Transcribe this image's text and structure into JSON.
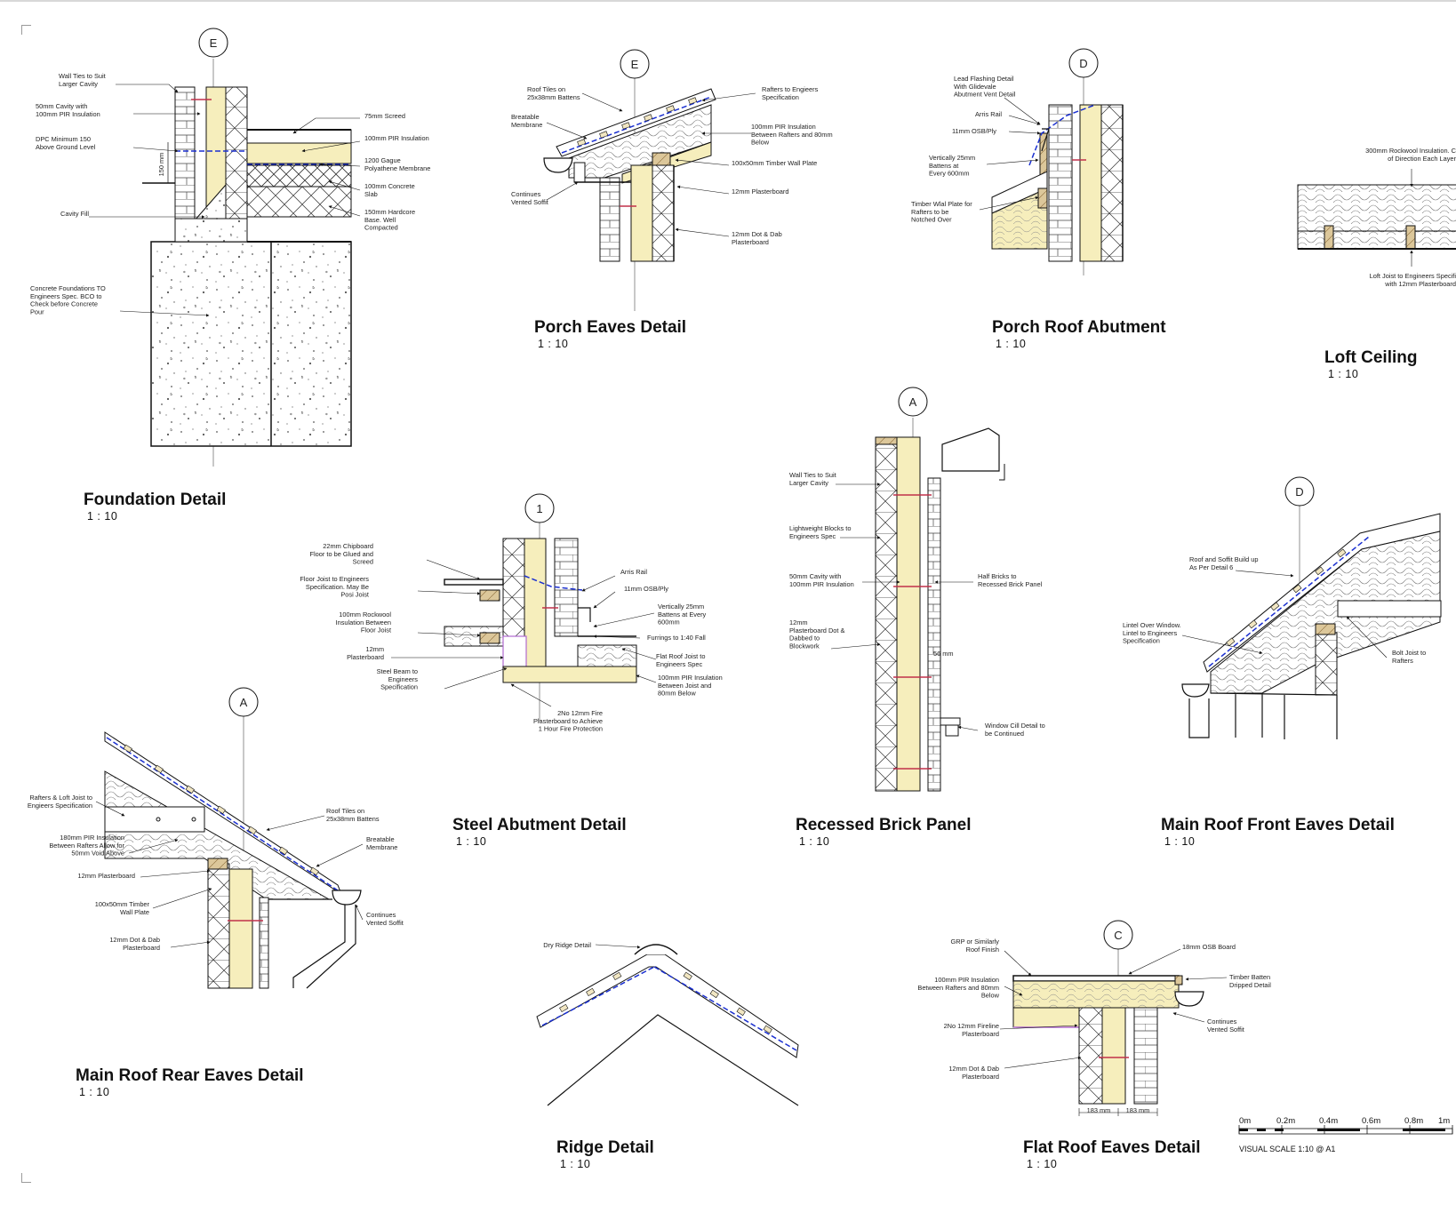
{
  "sheet": {
    "scale_bar": {
      "ticks": [
        "0m",
        "0.2m",
        "0.4m",
        "0.6m",
        "0.8m",
        "1m"
      ],
      "caption": "VISUAL SCALE 1:10  @ A1"
    }
  },
  "details": [
    {
      "id": "foundation",
      "title": "Foundation Detail",
      "scale": "1 : 10",
      "grid_tag": "E",
      "labels": [
        [
          "Wall Ties to Suit",
          "Larger Cavity"
        ],
        [
          "50mm Cavity with",
          "100mm PIR Insulation"
        ],
        [
          "DPC Minimum 150",
          "Above Ground Level"
        ],
        [
          "Cavity Fill"
        ],
        [
          "Concrete Foundations TO",
          "Engineers Spec. BCO to",
          "Check before Concrete",
          "Pour"
        ],
        [
          "75mm Screed"
        ],
        [
          "100mm PIR Insulation"
        ],
        [
          "1200 Gague",
          "Polyathene Membrane"
        ],
        [
          "100mm Concrete",
          "Slab"
        ],
        [
          "150mm Hardcore",
          "Base. Well",
          "Compacted"
        ]
      ],
      "dimension": "150 mm"
    },
    {
      "id": "porch-eaves",
      "title": "Porch Eaves Detail",
      "scale": "1 : 10",
      "grid_tag": "E",
      "labels": [
        [
          "Roof Tiles on",
          "25x38mm Battens"
        ],
        [
          "Breatable",
          "Membrane"
        ],
        [
          "Continues",
          "Vented Soffit"
        ],
        [
          "Rafters to Engieers",
          "Specification"
        ],
        [
          "100mm PIR Insulation",
          "Between Rafters and 80mm",
          "Below"
        ],
        [
          "100x50mm Timber Wall Plate"
        ],
        [
          "12mm Plasterboard"
        ],
        [
          "12mm Dot & Dab",
          "Plasterboard"
        ]
      ]
    },
    {
      "id": "porch-roof-abutment",
      "title": "Porch Roof Abutment",
      "scale": "1 : 10",
      "grid_tag": "D",
      "labels": [
        [
          "Lead Flashing Detail",
          "With Glidevale",
          "Abutment Vent Detail"
        ],
        [
          "Arris Rail"
        ],
        [
          "11mm OSB/Ply"
        ],
        [
          "Vertically 25mm",
          "Battens at",
          "Every 600mm"
        ],
        [
          "Timber Wlal Plate for",
          "Rafters to be",
          "Notched Over"
        ]
      ]
    },
    {
      "id": "loft-ceiling",
      "title": "Loft Ceiling",
      "scale": "1 : 10",
      "labels": [
        [
          "300mm Rockwool Insulation. C",
          "of Direction Each Layer"
        ],
        [
          "Loft Joist to Engineers Specifi",
          "with 12mm Plasterboard"
        ]
      ]
    },
    {
      "id": "steel-abutment",
      "title": "Steel Abutment Detail",
      "scale": "1 : 10",
      "grid_tag": "1",
      "labels": [
        [
          "22mm Chipboard",
          "Floor to be Glued and",
          "Screed"
        ],
        [
          "Floor Joist to Engineers",
          "Specification. May Be",
          "Posi Joist"
        ],
        [
          "100mm Rockwool",
          "Insulation Between",
          "Floor Joist"
        ],
        [
          "12mm",
          "Plasterboard"
        ],
        [
          "Steel Beam to",
          "Engineers",
          "Specification"
        ],
        [
          "2No 12mm Fire",
          "Plasterboard to Achieve",
          "1 Hour Fire Protection"
        ],
        [
          "Arris Rail"
        ],
        [
          "11mm OSB/Ply"
        ],
        [
          "Vertically 25mm",
          "Battens at Every",
          "600mm"
        ],
        [
          "Furrings to 1:40 Fall"
        ],
        [
          "Flat Roof Joist to",
          "Engineers Spec"
        ],
        [
          "100mm PIR  Insulation",
          "Between Joist and",
          "80mm Below"
        ]
      ]
    },
    {
      "id": "recessed-brick-panel",
      "title": "Recessed Brick Panel",
      "scale": "1 : 10",
      "grid_tag": "A",
      "labels": [
        [
          "Wall Ties to Suit",
          "Larger Cavity"
        ],
        [
          "Lightweight Blocks to",
          "Engineers Spec"
        ],
        [
          "50mm Cavity with",
          "100mm PIR Insulation"
        ],
        [
          "12mm",
          "Plasterboard Dot &",
          "Dabbed to",
          "Blockwork"
        ],
        [
          "Half Bricks to",
          "Recessed Brick Panel"
        ],
        [
          "Window Cill Detail to",
          "be Continued"
        ]
      ],
      "dimension": "56 mm"
    },
    {
      "id": "main-roof-front-eaves",
      "title": "Main Roof Front Eaves Detail",
      "scale": "1 : 10",
      "grid_tag": "D",
      "labels": [
        [
          "Roof and Soffit Build up",
          "As Per Detail 6"
        ],
        [
          "Lintel Over Window.",
          "Lintel to Engineers",
          "Specification"
        ],
        [
          "Bolt Joist to",
          "Rafters"
        ]
      ]
    },
    {
      "id": "main-roof-rear-eaves",
      "title": "Main Roof Rear Eaves Detail",
      "scale": "1 : 10",
      "grid_tag": "A",
      "labels": [
        [
          "Rafters & Loft Joist to",
          "Engieers Specification"
        ],
        [
          "180mm PIR Insulation",
          "Between Rafters Allow for",
          "50mm Void Above"
        ],
        [
          "12mm Plasterboard"
        ],
        [
          "100x50mm Timber",
          "Wall Plate"
        ],
        [
          "12mm Dot & Dab",
          "Plasterboard"
        ],
        [
          "Roof Tiles on",
          "25x38mm Battens"
        ],
        [
          "Breatable",
          "Membrane"
        ],
        [
          "Continues",
          "Vented Soffit"
        ]
      ]
    },
    {
      "id": "ridge",
      "title": "Ridge Detail",
      "scale": "1 : 10",
      "labels": [
        [
          "Dry Ridge Detail"
        ]
      ]
    },
    {
      "id": "flat-roof-eaves",
      "title": "Flat Roof Eaves Detail",
      "scale": "1 : 10",
      "grid_tag": "C",
      "labels": [
        [
          "GRP or Similarly",
          "Roof Finish"
        ],
        [
          "100mm PIR Insulation",
          "Between Rafters and 80mm",
          "Below"
        ],
        [
          "2No 12mm Fireline",
          "Plasterboard"
        ],
        [
          "12mm Dot & Dab",
          "Plasterboard"
        ],
        [
          "18mm OSB Board"
        ],
        [
          "Timber Batten",
          "Dripped Detail"
        ],
        [
          "Continues",
          "Vented Soffit"
        ]
      ],
      "dimensions": [
        "183 mm",
        "183 mm"
      ]
    }
  ],
  "colors": {
    "insulation": "#f6eebc",
    "membrane": "#1a2fd0",
    "timber": "#dcc79a",
    "line": "#111111",
    "wall_tie": "#c0304a",
    "fire_board": "#b06ad0"
  }
}
